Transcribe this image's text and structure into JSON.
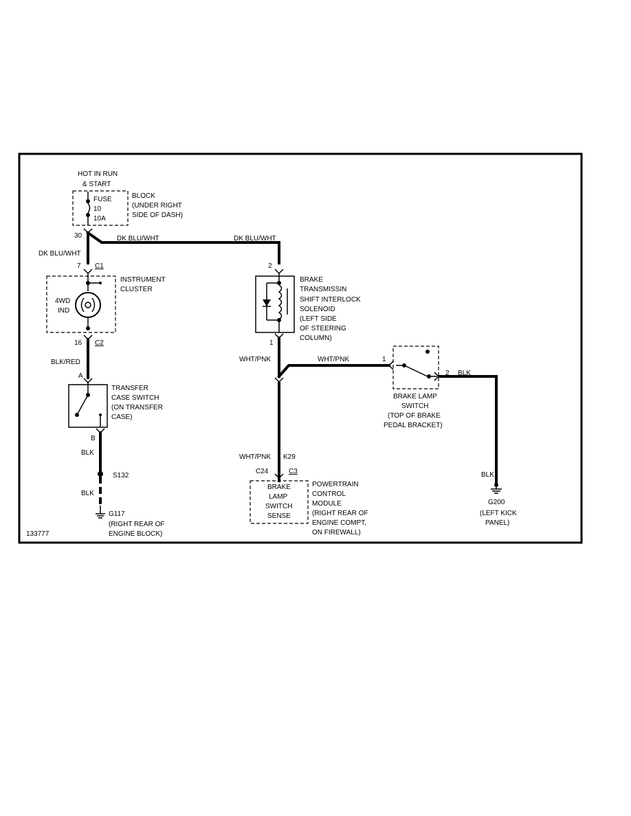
{
  "diagram": {
    "id_number": "133777",
    "power": {
      "line1": "HOT IN RUN",
      "line2": "& START"
    },
    "fuse": {
      "name": "FUSE",
      "number": "10",
      "rating": "10A",
      "block": [
        "BLOCK",
        "(UNDER RIGHT",
        "SIDE OF DASH)"
      ],
      "pin": "30"
    },
    "wires": {
      "dk_blu_wht_1": "DK BLU/WHT",
      "dk_blu_wht_2": "DK BLU/WHT",
      "dk_blu_wht_3": "DK BLU/WHT",
      "blk_red": "BLK/RED",
      "blk_1": "BLK",
      "blk_2": "BLK",
      "wht_pnk_1": "WHT/PNK",
      "wht_pnk_2": "WHT/PNK",
      "wht_pnk_3": "WHT/PNK",
      "blk_3": "BLK",
      "blk_4": "BLK"
    },
    "instrument_cluster": {
      "title": [
        "INSTRUMENT",
        "CLUSTER"
      ],
      "indicator": [
        "4WD",
        "IND"
      ],
      "pin_in": "7",
      "conn_in": "C1",
      "pin_out": "16",
      "conn_out": "C2"
    },
    "transfer_case": {
      "title": [
        "TRANSFER",
        "CASE SWITCH",
        "(ON TRANSFER",
        "CASE)"
      ],
      "pin_a": "A",
      "pin_b": "B"
    },
    "splice": "S132",
    "ground_g117": {
      "name": "G117",
      "desc": [
        "(RIGHT REAR OF",
        "ENGINE BLOCK)"
      ]
    },
    "solenoid": {
      "title": [
        "BRAKE",
        "TRANSMISSIN",
        "SHIFT INTERLOCK",
        "SOLENOID",
        "(LEFT SIDE",
        "OF STEERING",
        "COLUMN)"
      ],
      "pin_in": "2",
      "pin_out": "1"
    },
    "brake_lamp_switch": {
      "title": [
        "BRAKE LAMP",
        "SWITCH",
        "(TOP OF BRAKE",
        "PEDAL BRACKET)"
      ],
      "pin_1": "1",
      "pin_2": "2"
    },
    "pcm": {
      "circuit": "K29",
      "pin": "C24",
      "conn": "C3",
      "inner": [
        "BRAKE",
        "LAMP",
        "SWITCH",
        "SENSE"
      ],
      "title": [
        "POWERTRAIN",
        "CONTROL",
        "MODULE",
        "(RIGHT REAR OF",
        "ENGINE COMPT,",
        "ON FIREWALL)"
      ]
    },
    "ground_g200": {
      "name": "G200",
      "desc": [
        "(LEFT KICK",
        "PANEL)"
      ]
    }
  }
}
